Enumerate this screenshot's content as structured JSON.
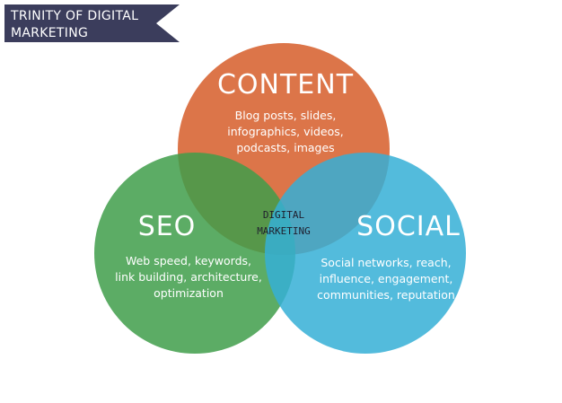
{
  "banner": {
    "title_line1": "TRINITY OF DIGITAL",
    "title_line2": "MARKETING",
    "color": "#3b3d5c"
  },
  "venn": {
    "content": {
      "title": "CONTENT",
      "lines": [
        "Blog posts, slides,",
        "infographics, videos,",
        "podcasts, images"
      ],
      "color": "#d9693a"
    },
    "seo": {
      "title": "SEO",
      "lines": [
        "Web speed, keywords,",
        "link building, architecture,",
        "optimization"
      ],
      "color": "#3f9e4a"
    },
    "social": {
      "title": "SOCIAL",
      "lines": [
        "Social networks, reach,",
        "influence, engagement,",
        "communities, reputation"
      ],
      "color": "#35afd6"
    },
    "center": {
      "line1": "DIGITAL",
      "line2": "MARKETING"
    }
  }
}
